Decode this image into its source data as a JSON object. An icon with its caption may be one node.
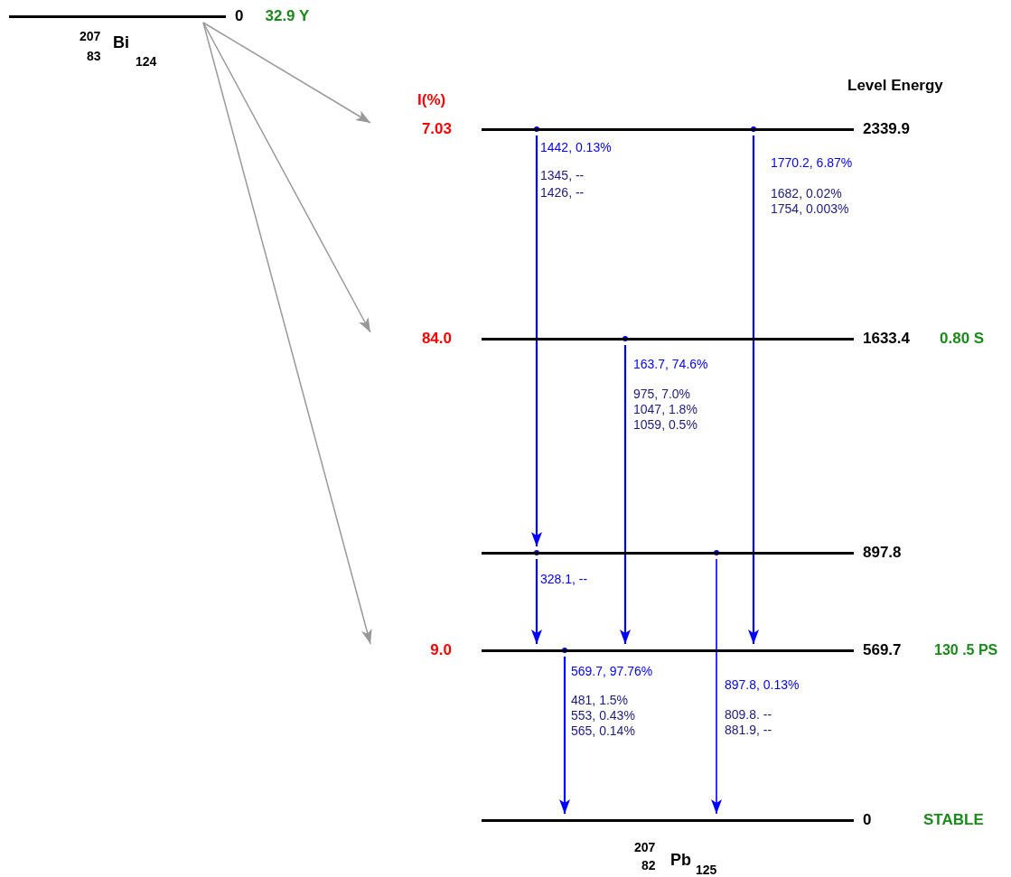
{
  "diagram": {
    "nodes": [
      {
        "text": [
          "0"
        ],
        "beside": [
          "32.9 Y"
        ]
      },
      {
        "text": [
          "2339.9"
        ],
        "beside": [
          "7.03"
        ]
      },
      {
        "text": [
          "1633.4"
        ],
        "beside": [
          "84.0"
        ]
      },
      {
        "text": [
          "897.8"
        ]
      },
      {
        "text": [
          "569.7"
        ],
        "beside": [
          "9.0"
        ]
      },
      {
        "text": [
          "0"
        ]
      }
    ],
    "edges": [
      {
        "from": 0,
        "to": 1,
        "arrow": "to",
        "color": "#999999"
      },
      {
        "from": 0,
        "to": 2,
        "arrow": "to",
        "color": "#999999"
      },
      {
        "from": 0,
        "to": 4,
        "arrow": "to",
        "color": "#999999"
      },
      {
        "from": 1,
        "to": 3,
        "arrow": "to",
        "label": "1442, 0.13%"
      },
      {
        "from": 1,
        "to": 4,
        "arrow": "to",
        "label": "1770.2, 6.87%"
      },
      {
        "from": 2,
        "to": 4,
        "arrow": "to",
        "label": "163.7, 74.6%"
      },
      {
        "from": 3,
        "to": 4,
        "arrow": "to",
        "label": "328.1, --"
      },
      {
        "from": 4,
        "to": 5,
        "arrow": "to",
        "label": "569.7, 97.76%"
      },
      {
        "from": 3,
        "to": 5,
        "arrow": "to",
        "label": "897.8, 0.13%"
      }
    ],
    "labels": [
      "207",
      "83",
      "Bi",
      "124",
      "I(%)",
      "Level Energy",
      "1345, --",
      "1426, --",
      "1682, 0.02%",
      "1754, 0.003%",
      "0.80 S",
      "975, 7.0%",
      "1047, 1.8%",
      "1059, 0.5%",
      "130 .5 PS",
      "481, 1.5%",
      "553, 0.43%",
      "565, 0.14%",
      "809.8. --",
      "881.9, --",
      "STABLE",
      "207",
      "82",
      "Pb",
      "125"
    ]
  }
}
